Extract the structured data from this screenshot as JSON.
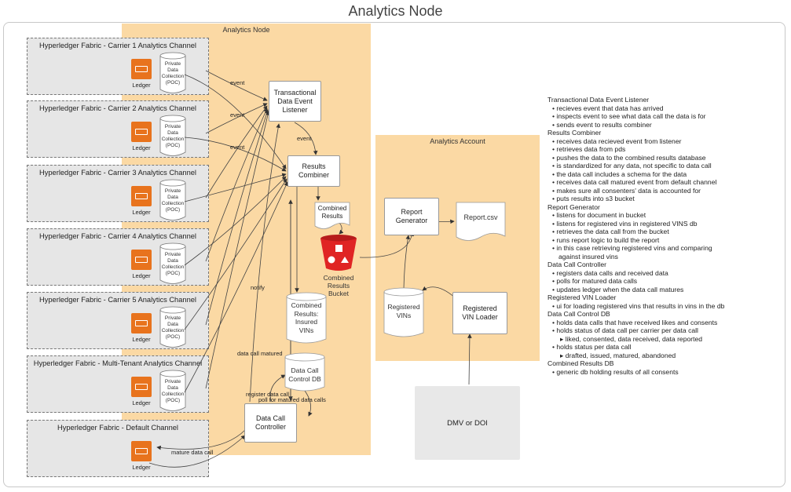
{
  "title": "Analytics Node",
  "zones": {
    "analytics_node": "Analytics Node",
    "analytics_account": "Analytics Account"
  },
  "channels": [
    {
      "label": "Hyperledger Fabric - Carrier 1 Analytics Channel",
      "ledger": "Ledger",
      "poc": [
        "Private",
        "Data",
        "Collection",
        "(POC)"
      ]
    },
    {
      "label": "Hyperledger Fabric - Carrier 2 Analytics Channel",
      "ledger": "Ledger",
      "poc": [
        "Private",
        "Data",
        "Collection",
        "(POC)"
      ]
    },
    {
      "label": "Hyperledger Fabric - Carrier 3 Analytics Channel",
      "ledger": "Ledger",
      "poc": [
        "Private",
        "Data",
        "Collection",
        "(POC)"
      ]
    },
    {
      "label": "Hyperledger Fabric - Carrier 4 Analytics Channel",
      "ledger": "Ledger",
      "poc": [
        "Private",
        "Data",
        "Collection",
        "(POC)"
      ]
    },
    {
      "label": "Hyperledger Fabric - Carrier 5 Analytics Channel",
      "ledger": "Ledger",
      "poc": [
        "Private",
        "Data",
        "Collection",
        "(POC)"
      ]
    },
    {
      "label": "Hyperledger Fabric - Multi-Tenant Analytics Channel",
      "ledger": "Ledger",
      "poc": [
        "Private",
        "Data",
        "Collection",
        "(POC)"
      ]
    }
  ],
  "default_channel": {
    "label": "Hyperledger Fabric - Default Channel",
    "ledger": "Ledger"
  },
  "nodes": {
    "listener": [
      "Transactional",
      "Data Event",
      "Listener"
    ],
    "combiner": [
      "Results",
      "Combiner"
    ],
    "combined_results_doc": [
      "Combined",
      "Results"
    ],
    "bucket": [
      "Combined",
      "Results",
      "Bucket"
    ],
    "insured_vins": [
      "Combined",
      "Results:",
      "Insured",
      "VINs"
    ],
    "control_db": [
      "Data Call",
      "Control DB"
    ],
    "controller": [
      "Data Call",
      "Controller"
    ],
    "report_generator": [
      "Report",
      "Generator"
    ],
    "report_csv": "Report.csv",
    "registered_vins": [
      "Registered",
      "VINs"
    ],
    "vin_loader": [
      "Registered",
      "VIN Loader"
    ],
    "dmv": "DMV or DOI"
  },
  "edges": {
    "event_1": "event",
    "event_2": "event",
    "event_3": "event",
    "event_4": "event",
    "notify": "notify",
    "data_call_matured": "data call matured",
    "register_data_call": "register data call",
    "poll_matured": "poll for matured data calls",
    "mature_data_call": "mature data call"
  },
  "notes": [
    {
      "t": "h",
      "text": "Transactional Data Event Listener"
    },
    {
      "t": "b",
      "text": "recieves event that data has arrived"
    },
    {
      "t": "b",
      "text": "inspects event to see what data call the data is for"
    },
    {
      "t": "b",
      "text": "sends event to results combiner"
    },
    {
      "t": "h",
      "text": "Results Combiner"
    },
    {
      "t": "b",
      "text": "receives data recieved event from listener"
    },
    {
      "t": "b",
      "text": "retrieves data from pds"
    },
    {
      "t": "b",
      "text": "pushes the data to the combined results database"
    },
    {
      "t": "b",
      "text": "is standardized for any data, not specific to data call"
    },
    {
      "t": "b",
      "text": "the data call includes a schema for the data"
    },
    {
      "t": "b",
      "text": "receives data call matured event from default channel"
    },
    {
      "t": "b",
      "text": "makes sure all consenters' data is accounted for"
    },
    {
      "t": "b",
      "text": "puts results into s3 bucket"
    },
    {
      "t": "h",
      "text": "Report Generator"
    },
    {
      "t": "b",
      "text": "listens for document in bucket"
    },
    {
      "t": "b",
      "text": "listens for registered vins in registered VINS db"
    },
    {
      "t": "b",
      "text": "retrieves the data call from the bucket"
    },
    {
      "t": "b",
      "text": "runs report logic to build the report"
    },
    {
      "t": "b",
      "text": "in this case retrieving registered vins and comparing"
    },
    {
      "t": "c",
      "text": "against insured vins"
    },
    {
      "t": "h",
      "text": "Data Call Controller"
    },
    {
      "t": "b",
      "text": "registers data calls and received data"
    },
    {
      "t": "b",
      "text": "polls for matured data calls"
    },
    {
      "t": "b",
      "text": "updates ledger when the data call matures"
    },
    {
      "t": "h",
      "text": "Registered VIN Loader"
    },
    {
      "t": "b",
      "text": "ui for loading registered vins that results in vins in the db"
    },
    {
      "t": "h",
      "text": "Data Call Control DB"
    },
    {
      "t": "b",
      "text": "holds data calls that have received likes and consents"
    },
    {
      "t": "b",
      "text": "holds status of data call per carrier per data call"
    },
    {
      "t": "b2",
      "text": "liked, consented, data received, data reported"
    },
    {
      "t": "b",
      "text": "holds status per data call"
    },
    {
      "t": "b2",
      "text": "drafted, issued, matured, abandoned"
    },
    {
      "t": "h",
      "text": "Combined Results DB"
    },
    {
      "t": "b",
      "text": "generic db holding results of all consents"
    }
  ],
  "colors": {
    "node_zone": "#fbd9a4",
    "channel_bg": "#e6e6e6",
    "ledger": "#e8731d",
    "bucket": "#e02424"
  }
}
